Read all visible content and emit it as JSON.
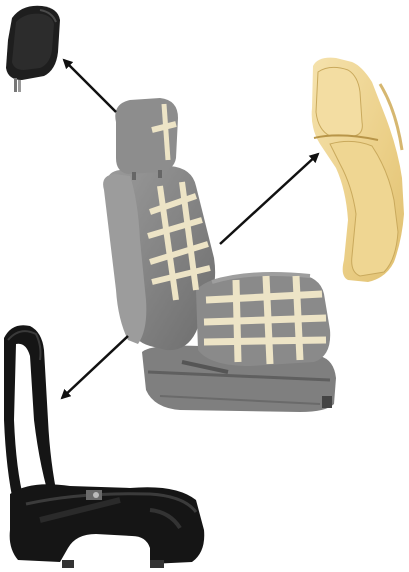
{
  "figure": {
    "components": [
      {
        "name": "headrest",
        "icon": "headrest-icon"
      },
      {
        "name": "seat-foam-cushion",
        "icon": "foam-cushion-icon"
      },
      {
        "name": "seat-frame",
        "icon": "seat-frame-icon"
      },
      {
        "name": "complete-car-seat",
        "icon": "car-seat-icon"
      }
    ],
    "colors": {
      "seat_fabric": "#8a8a8a",
      "tape": "#ede4c6",
      "foam": "#eed79a",
      "frame": "#151515",
      "headrest": "#1e1e1e",
      "arrow": "#111111"
    }
  }
}
